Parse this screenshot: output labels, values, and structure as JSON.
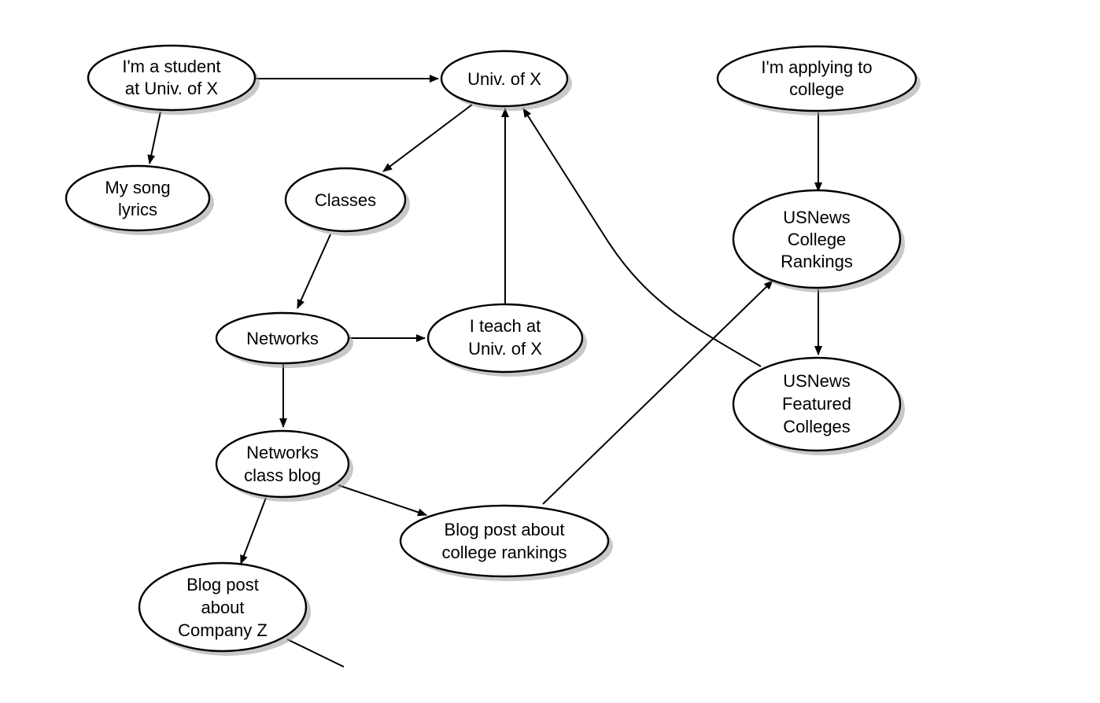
{
  "nodes": [
    {
      "id": "student",
      "lines": [
        "I'm a student",
        "at Univ. of X"
      ]
    },
    {
      "id": "univx",
      "lines": [
        "Univ. of X"
      ]
    },
    {
      "id": "applying",
      "lines": [
        "I'm applying to",
        "college"
      ]
    },
    {
      "id": "songlyrics",
      "lines": [
        "My song",
        "lyrics"
      ]
    },
    {
      "id": "classes",
      "lines": [
        "Classes"
      ]
    },
    {
      "id": "usnews_rankings",
      "lines": [
        "USNews",
        "College",
        "Rankings"
      ]
    },
    {
      "id": "networks",
      "lines": [
        "Networks"
      ]
    },
    {
      "id": "teach",
      "lines": [
        "I teach at",
        "Univ. of X"
      ]
    },
    {
      "id": "usnews_featured",
      "lines": [
        "USNews",
        "Featured",
        "Colleges"
      ]
    },
    {
      "id": "classblog",
      "lines": [
        "Networks",
        "class blog"
      ]
    },
    {
      "id": "blogrankings",
      "lines": [
        "Blog post about",
        "college rankings"
      ]
    },
    {
      "id": "blogcompany",
      "lines": [
        "Blog post",
        "about",
        "Company Z"
      ]
    }
  ],
  "edges": [
    {
      "from": "student",
      "to": "univx"
    },
    {
      "from": "student",
      "to": "songlyrics"
    },
    {
      "from": "univx",
      "to": "classes"
    },
    {
      "from": "classes",
      "to": "networks"
    },
    {
      "from": "networks",
      "to": "teach"
    },
    {
      "from": "teach",
      "to": "univx"
    },
    {
      "from": "networks",
      "to": "classblog"
    },
    {
      "from": "classblog",
      "to": "blogcompany"
    },
    {
      "from": "classblog",
      "to": "blogrankings"
    },
    {
      "from": "blogrankings",
      "to": "usnews_rankings"
    },
    {
      "from": "applying",
      "to": "usnews_rankings"
    },
    {
      "from": "usnews_rankings",
      "to": "usnews_featured"
    },
    {
      "from": "usnews_featured",
      "to": "univx"
    },
    {
      "from": "blogcompany",
      "to": null
    }
  ]
}
